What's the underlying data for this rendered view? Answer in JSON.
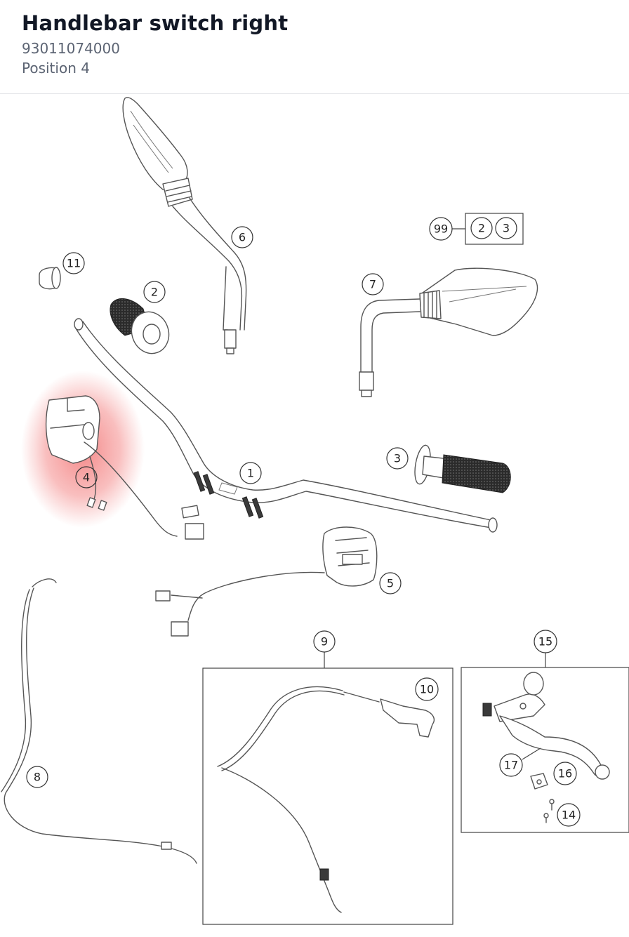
{
  "header": {
    "title": "Handlebar switch right",
    "part_number": "93011074000",
    "position": "Position 4"
  },
  "highlight_color": "#f08080",
  "callouts": [
    {
      "id": "c6",
      "label": "6"
    },
    {
      "id": "c99",
      "label": "99"
    },
    {
      "id": "c99a",
      "label": "2"
    },
    {
      "id": "c99b",
      "label": "3"
    },
    {
      "id": "c11",
      "label": "11"
    },
    {
      "id": "c2",
      "label": "2"
    },
    {
      "id": "c7",
      "label": "7"
    },
    {
      "id": "c3",
      "label": "3"
    },
    {
      "id": "c4",
      "label": "4"
    },
    {
      "id": "c1",
      "label": "1"
    },
    {
      "id": "c5",
      "label": "5"
    },
    {
      "id": "c9",
      "label": "9"
    },
    {
      "id": "c15",
      "label": "15"
    },
    {
      "id": "c10",
      "label": "10"
    },
    {
      "id": "c8",
      "label": "8"
    },
    {
      "id": "c17",
      "label": "17"
    },
    {
      "id": "c16",
      "label": "16"
    },
    {
      "id": "c14",
      "label": "14"
    }
  ]
}
